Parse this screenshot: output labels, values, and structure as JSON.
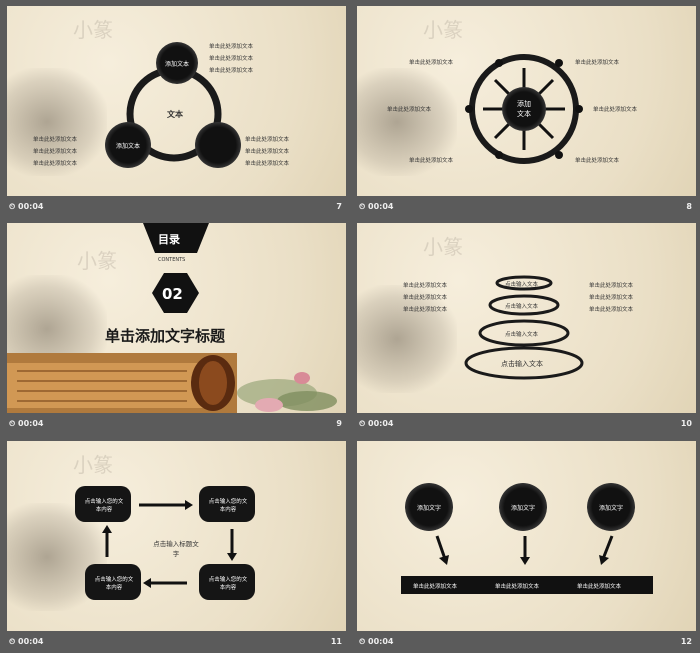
{
  "slides": [
    {
      "time": "00:04",
      "num": "7",
      "center": "文本",
      "bubble": "添加文本",
      "line": "单击此处添加文本"
    },
    {
      "time": "00:04",
      "num": "8",
      "center1": "添加",
      "center2": "文本",
      "line": "单击此处添加文本"
    },
    {
      "time": "00:04",
      "num": "9",
      "mulu": "目录",
      "contents": "CONTENTS",
      "section": "02",
      "title": "单击添加文字标题"
    },
    {
      "time": "00:04",
      "num": "10",
      "line": "单击此处添加文本",
      "layer": "点击输入文本"
    },
    {
      "time": "00:04",
      "num": "11",
      "box": "点击输入您的文本内容",
      "center": "点击输入标题文字"
    },
    {
      "time": "00:04",
      "num": "12",
      "bubble": "添加文字",
      "line": "单击此处添加文本"
    }
  ],
  "icons": [
    "time-icon"
  ]
}
